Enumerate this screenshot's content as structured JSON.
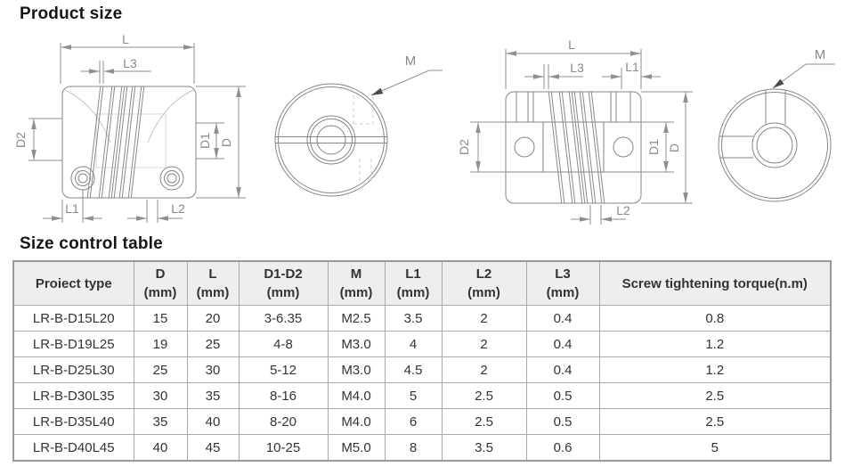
{
  "page": {
    "title": "Product size",
    "table_title": "Size control table"
  },
  "colors": {
    "drawing_line": "#858585",
    "dimension_line": "#8f8f8f",
    "faint_line": "#d0d0d0",
    "table_border": "#a9a9a9",
    "table_outer_border": "#999999",
    "header_bg": "#eeeeee",
    "text": "#333333"
  },
  "diagrams": {
    "d1": {
      "L": "L",
      "L3": "L3",
      "D2": "D2",
      "D1": "D1",
      "D": "D",
      "L1": "L1",
      "L2": "L2"
    },
    "d2": {
      "M": "M"
    },
    "d3": {
      "L": "L",
      "L3": "L3",
      "L1": "L1",
      "D2": "D2",
      "D1": "D1",
      "D": "D",
      "L2": "L2"
    },
    "d4": {
      "M": "M"
    }
  },
  "table": {
    "headers": [
      {
        "t": "Proiect type",
        "u": ""
      },
      {
        "t": "D",
        "u": "(mm)"
      },
      {
        "t": "L",
        "u": "(mm)"
      },
      {
        "t": "D1-D2",
        "u": "(mm)"
      },
      {
        "t": "M",
        "u": "(mm)"
      },
      {
        "t": "L1",
        "u": "(mm)"
      },
      {
        "t": "L2",
        "u": "(mm)"
      },
      {
        "t": "L3",
        "u": "(mm)"
      },
      {
        "t": "Screw tightening torque(n.m)",
        "u": ""
      }
    ],
    "rows": [
      [
        "LR-B-D15L20",
        "15",
        "20",
        "3-6.35",
        "M2.5",
        "3.5",
        "2",
        "0.4",
        "0.8"
      ],
      [
        "LR-B-D19L25",
        "19",
        "25",
        "4-8",
        "M3.0",
        "4",
        "2",
        "0.4",
        "1.2"
      ],
      [
        "LR-B-D25L30",
        "25",
        "30",
        "5-12",
        "M3.0",
        "4.5",
        "2",
        "0.4",
        "1.2"
      ],
      [
        "LR-B-D30L35",
        "30",
        "35",
        "8-16",
        "M4.0",
        "5",
        "2.5",
        "0.5",
        "2.5"
      ],
      [
        "LR-B-D35L40",
        "35",
        "40",
        "8-20",
        "M4.0",
        "6",
        "2.5",
        "0.5",
        "2.5"
      ],
      [
        "LR-B-D40L45",
        "40",
        "45",
        "10-25",
        "M5.0",
        "8",
        "3.5",
        "0.6",
        "5"
      ]
    ]
  }
}
